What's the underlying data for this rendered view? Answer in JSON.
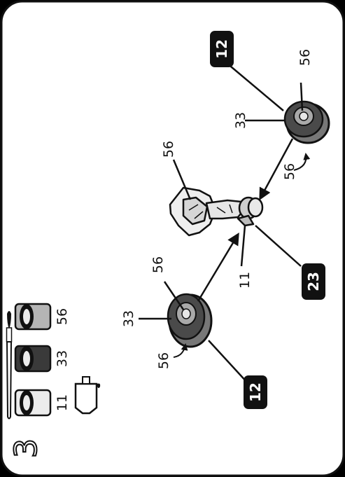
{
  "step": {
    "number": "3"
  },
  "paints": [
    {
      "code": "11",
      "color": "#ececec"
    },
    {
      "code": "33",
      "color": "#3a3a3a"
    },
    {
      "code": "56",
      "color": "#b5b5b5"
    }
  ],
  "tools": [
    {
      "icon": "paintbrush-icon"
    },
    {
      "icon": "glue-tube-icon"
    }
  ],
  "badges": {
    "wheel_left": "12",
    "wheel_right": "12",
    "axle": "23"
  },
  "labels": {
    "left_wheel_tire": "33",
    "left_wheel_hub": "56",
    "left_wheel_rotate": "56",
    "right_wheel_tire": "33",
    "right_wheel_hub": "56",
    "right_wheel_rotate": "56",
    "body_top": "56",
    "body_axle": "11"
  }
}
